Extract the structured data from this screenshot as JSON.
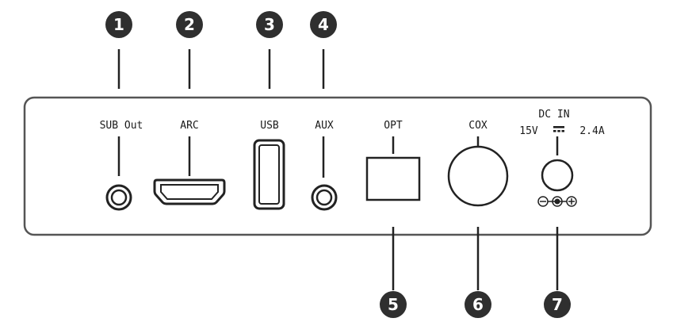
{
  "callouts": [
    "1",
    "2",
    "3",
    "4",
    "5",
    "6",
    "7"
  ],
  "ports": {
    "sub_out": "SUB Out",
    "arc": "ARC",
    "usb": "USB",
    "aux": "AUX",
    "opt": "OPT",
    "cox": "COX",
    "dc_in": "DC IN",
    "dc_voltage": "15V",
    "dc_current": "2.4A"
  },
  "icons": {
    "dc_symbol": "dc-current-icon",
    "polarity": "polarity-icon"
  }
}
